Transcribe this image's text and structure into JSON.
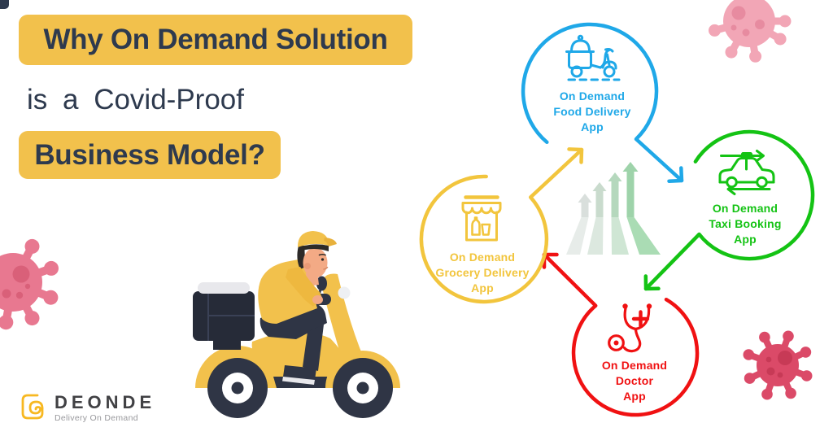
{
  "header": {
    "line1": "Why On Demand Solution",
    "line2": "is a Covid-Proof",
    "line3": "Business Model?"
  },
  "cycle": {
    "items": [
      {
        "name": "food-delivery",
        "color": "#1fa8e8",
        "icon": "food-delivery-scooter-icon",
        "lines": [
          "On Demand",
          "Food Delivery",
          "App"
        ]
      },
      {
        "name": "taxi-booking",
        "color": "#14c314",
        "icon": "taxi-car-icon",
        "lines": [
          "On Demand",
          "Taxi Booking",
          "App"
        ]
      },
      {
        "name": "doctor",
        "color": "#f01112",
        "icon": "stethoscope-icon",
        "lines": [
          "On Demand",
          "Doctor",
          "App"
        ]
      },
      {
        "name": "grocery-delivery",
        "color": "#f2c53d",
        "icon": "grocery-store-icon",
        "lines": [
          "On Demand",
          "Grocery Delivery",
          "App"
        ]
      }
    ]
  },
  "center_graphic": {
    "name": "growth-arrows"
  },
  "logo": {
    "name": "DEONDE",
    "tagline": "Delivery On Demand"
  },
  "colors": {
    "highlight_yellow": "#f2c14c",
    "heading_text": "#2e3a4e",
    "blue": "#1fa8e8",
    "green": "#14c314",
    "red": "#f01112",
    "yellow": "#f2c53d",
    "scooter_yellow": "#f2c14c",
    "dark_navy": "#2f3545",
    "virus_pink_light": "#f2a6b6",
    "virus_pink_mid": "#e87890",
    "virus_pink_dark": "#db4a68",
    "logo_yellow": "#f7b821"
  }
}
